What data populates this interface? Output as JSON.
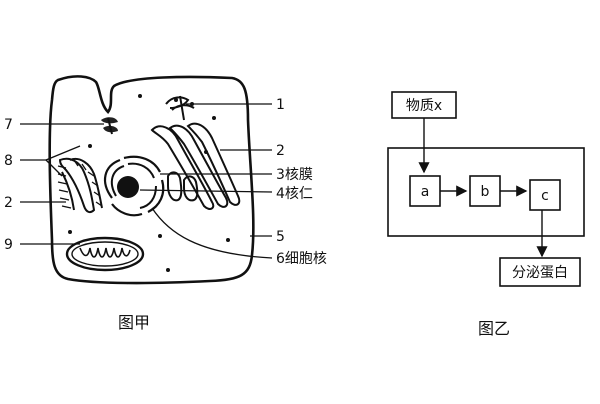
{
  "figure_a": {
    "caption": "图甲",
    "labels": {
      "l1": "1",
      "l2a": "2",
      "l2b": "2",
      "l3": "3核膜",
      "l4": "4核仁",
      "l5": "5",
      "l6": "6细胞核",
      "l7": "7",
      "l8": "8",
      "l9": "9"
    }
  },
  "figure_b": {
    "caption": "图乙",
    "input_label": "物质x",
    "steps": [
      "a",
      "b",
      "c"
    ],
    "output_label": "分泌蛋白"
  }
}
